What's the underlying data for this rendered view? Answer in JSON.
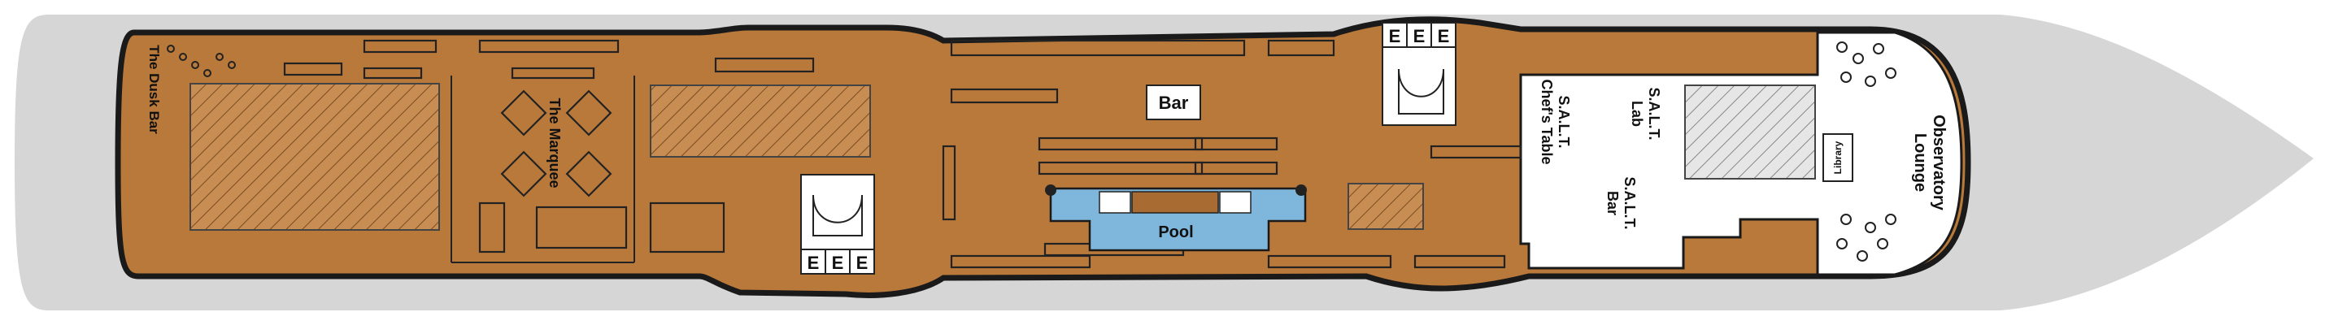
{
  "labels": {
    "dusk_bar": "The Dusk Bar",
    "marquee": "The Marquee",
    "bar": "Bar",
    "pool": "Pool",
    "salt_chefs_table_l1": "S.A.L.T.",
    "salt_chefs_table_l2": "Chef's Table",
    "salt_lab_l1": "S.A.L.T.",
    "salt_lab_l2": "Lab",
    "salt_bar_l1": "S.A.L.T.",
    "salt_bar_l2": "Bar",
    "library": "Library",
    "observatory_l1": "Observatory",
    "observatory_l2": "Lounge",
    "elevator": "E"
  },
  "colors": {
    "deck": "#b9793a",
    "hull": "#d6d6d6",
    "pool": "#7fb7dc",
    "interior": "#ffffff",
    "outline": "#1a1a1a"
  }
}
